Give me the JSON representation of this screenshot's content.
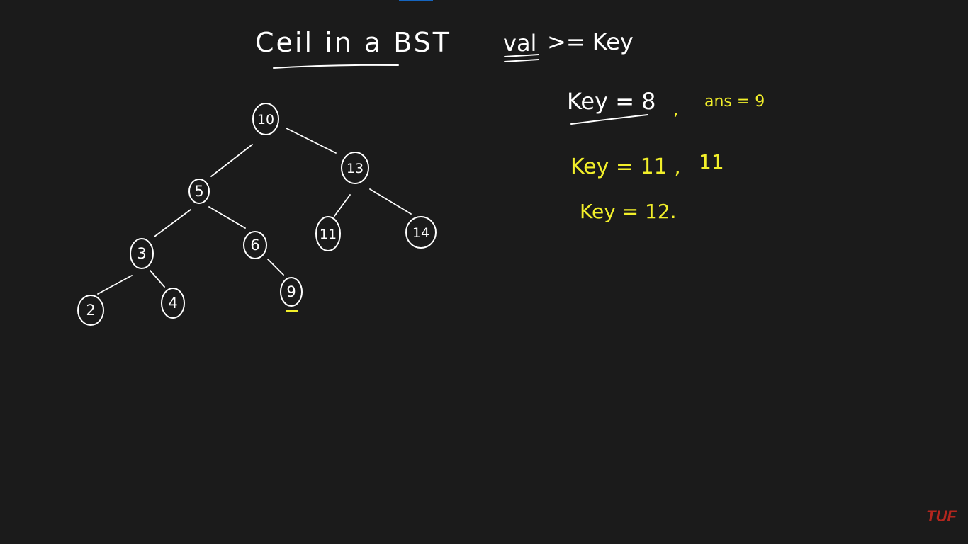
{
  "title": "Ceil in a BST",
  "condition": {
    "lhs": "val",
    "rest": ">= Key"
  },
  "tree": {
    "nodes": [
      {
        "id": "10",
        "label": "10"
      },
      {
        "id": "5",
        "label": "5"
      },
      {
        "id": "13",
        "label": "13"
      },
      {
        "id": "3",
        "label": "3"
      },
      {
        "id": "6",
        "label": "6"
      },
      {
        "id": "11",
        "label": "11"
      },
      {
        "id": "14",
        "label": "14"
      },
      {
        "id": "2",
        "label": "2"
      },
      {
        "id": "4",
        "label": "4"
      },
      {
        "id": "9",
        "label": "9"
      }
    ],
    "edges": [
      [
        "10",
        "5"
      ],
      [
        "10",
        "13"
      ],
      [
        "5",
        "3"
      ],
      [
        "5",
        "6"
      ],
      [
        "13",
        "11"
      ],
      [
        "13",
        "14"
      ],
      [
        "3",
        "2"
      ],
      [
        "3",
        "4"
      ],
      [
        "6",
        "9"
      ]
    ]
  },
  "examples": {
    "ex1_key": "Key = 8",
    "ex1_sep": ",",
    "ex1_ans": "ans = 9",
    "ex2_key": "Key = 11 ,",
    "ex2_ans": "11",
    "ex3_key": "Key = 12."
  },
  "watermark": "TUF",
  "colors": {
    "background": "#1b1b1b",
    "ink": "#ffffff",
    "highlight": "#f2ef2a",
    "brand": "#b3261e"
  }
}
